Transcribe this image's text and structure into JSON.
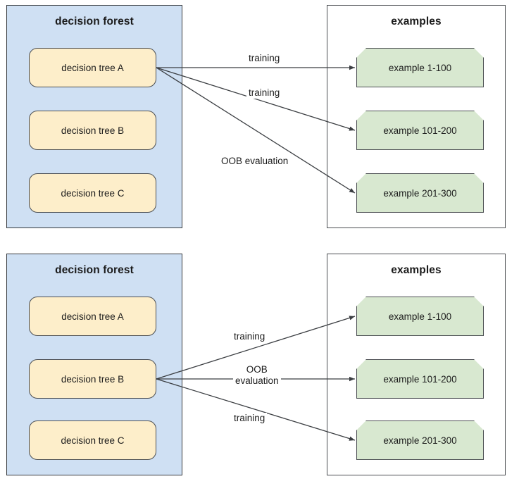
{
  "diagrams": [
    {
      "id": "top",
      "forest": {
        "title": "decision forest",
        "trees": [
          {
            "label": "decision tree A"
          },
          {
            "label": "decision tree B"
          },
          {
            "label": "decision tree C"
          }
        ]
      },
      "examples": {
        "title": "examples",
        "items": [
          {
            "label": "example 1-100"
          },
          {
            "label": "example 101-200"
          },
          {
            "label": "example 201-300"
          }
        ]
      },
      "edges": [
        {
          "label": "training",
          "from": "decision tree A",
          "to": "example 1-100"
        },
        {
          "label": "training",
          "from": "decision tree A",
          "to": "example 101-200"
        },
        {
          "label": "OOB evaluation",
          "from": "decision tree A",
          "to": "example 201-300"
        }
      ]
    },
    {
      "id": "bottom",
      "forest": {
        "title": "decision forest",
        "trees": [
          {
            "label": "decision tree A"
          },
          {
            "label": "decision tree B"
          },
          {
            "label": "decision tree C"
          }
        ]
      },
      "examples": {
        "title": "examples",
        "items": [
          {
            "label": "example 1-100"
          },
          {
            "label": "example 101-200"
          },
          {
            "label": "example 201-300"
          }
        ]
      },
      "edges": [
        {
          "label": "training",
          "from": "decision tree B",
          "to": "example 1-100"
        },
        {
          "label": "OOB\nevaluation",
          "from": "decision tree B",
          "to": "example 101-200"
        },
        {
          "label": "training",
          "from": "decision tree B",
          "to": "example 201-300"
        }
      ]
    }
  ],
  "colors": {
    "forest_fill": "#cfe0f3",
    "tree_fill": "#fdeeca",
    "example_fill": "#d8e8d0",
    "stroke": "#4b4e52",
    "text": "#1b1b1b"
  }
}
